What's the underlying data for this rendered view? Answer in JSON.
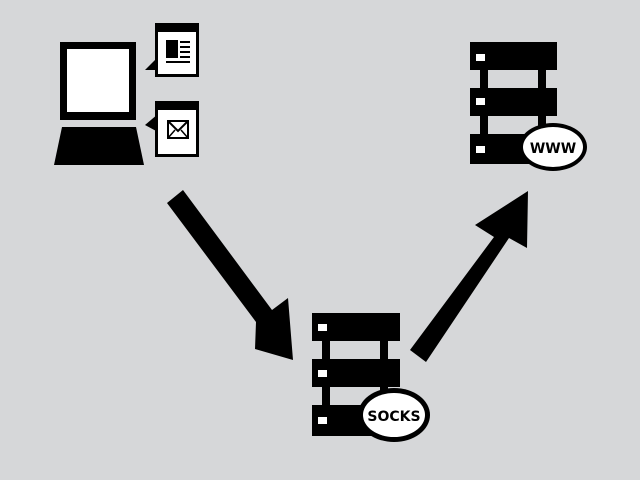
{
  "diagram": {
    "nodes": {
      "client": {
        "icon": "laptop-icon"
      },
      "app_browser": {
        "icon": "browser-window-icon"
      },
      "app_mail": {
        "icon": "mail-window-icon"
      },
      "proxy_server": {
        "icon": "server-rack-icon",
        "badge": "SOCKS"
      },
      "web_server": {
        "icon": "server-rack-icon",
        "badge": "WWW"
      }
    },
    "edges": [
      {
        "from": "client",
        "to": "proxy_server"
      },
      {
        "from": "proxy_server",
        "to": "web_server"
      }
    ],
    "colors": {
      "background": "#d6d7d9",
      "ink": "#000000",
      "paper": "#ffffff"
    }
  }
}
